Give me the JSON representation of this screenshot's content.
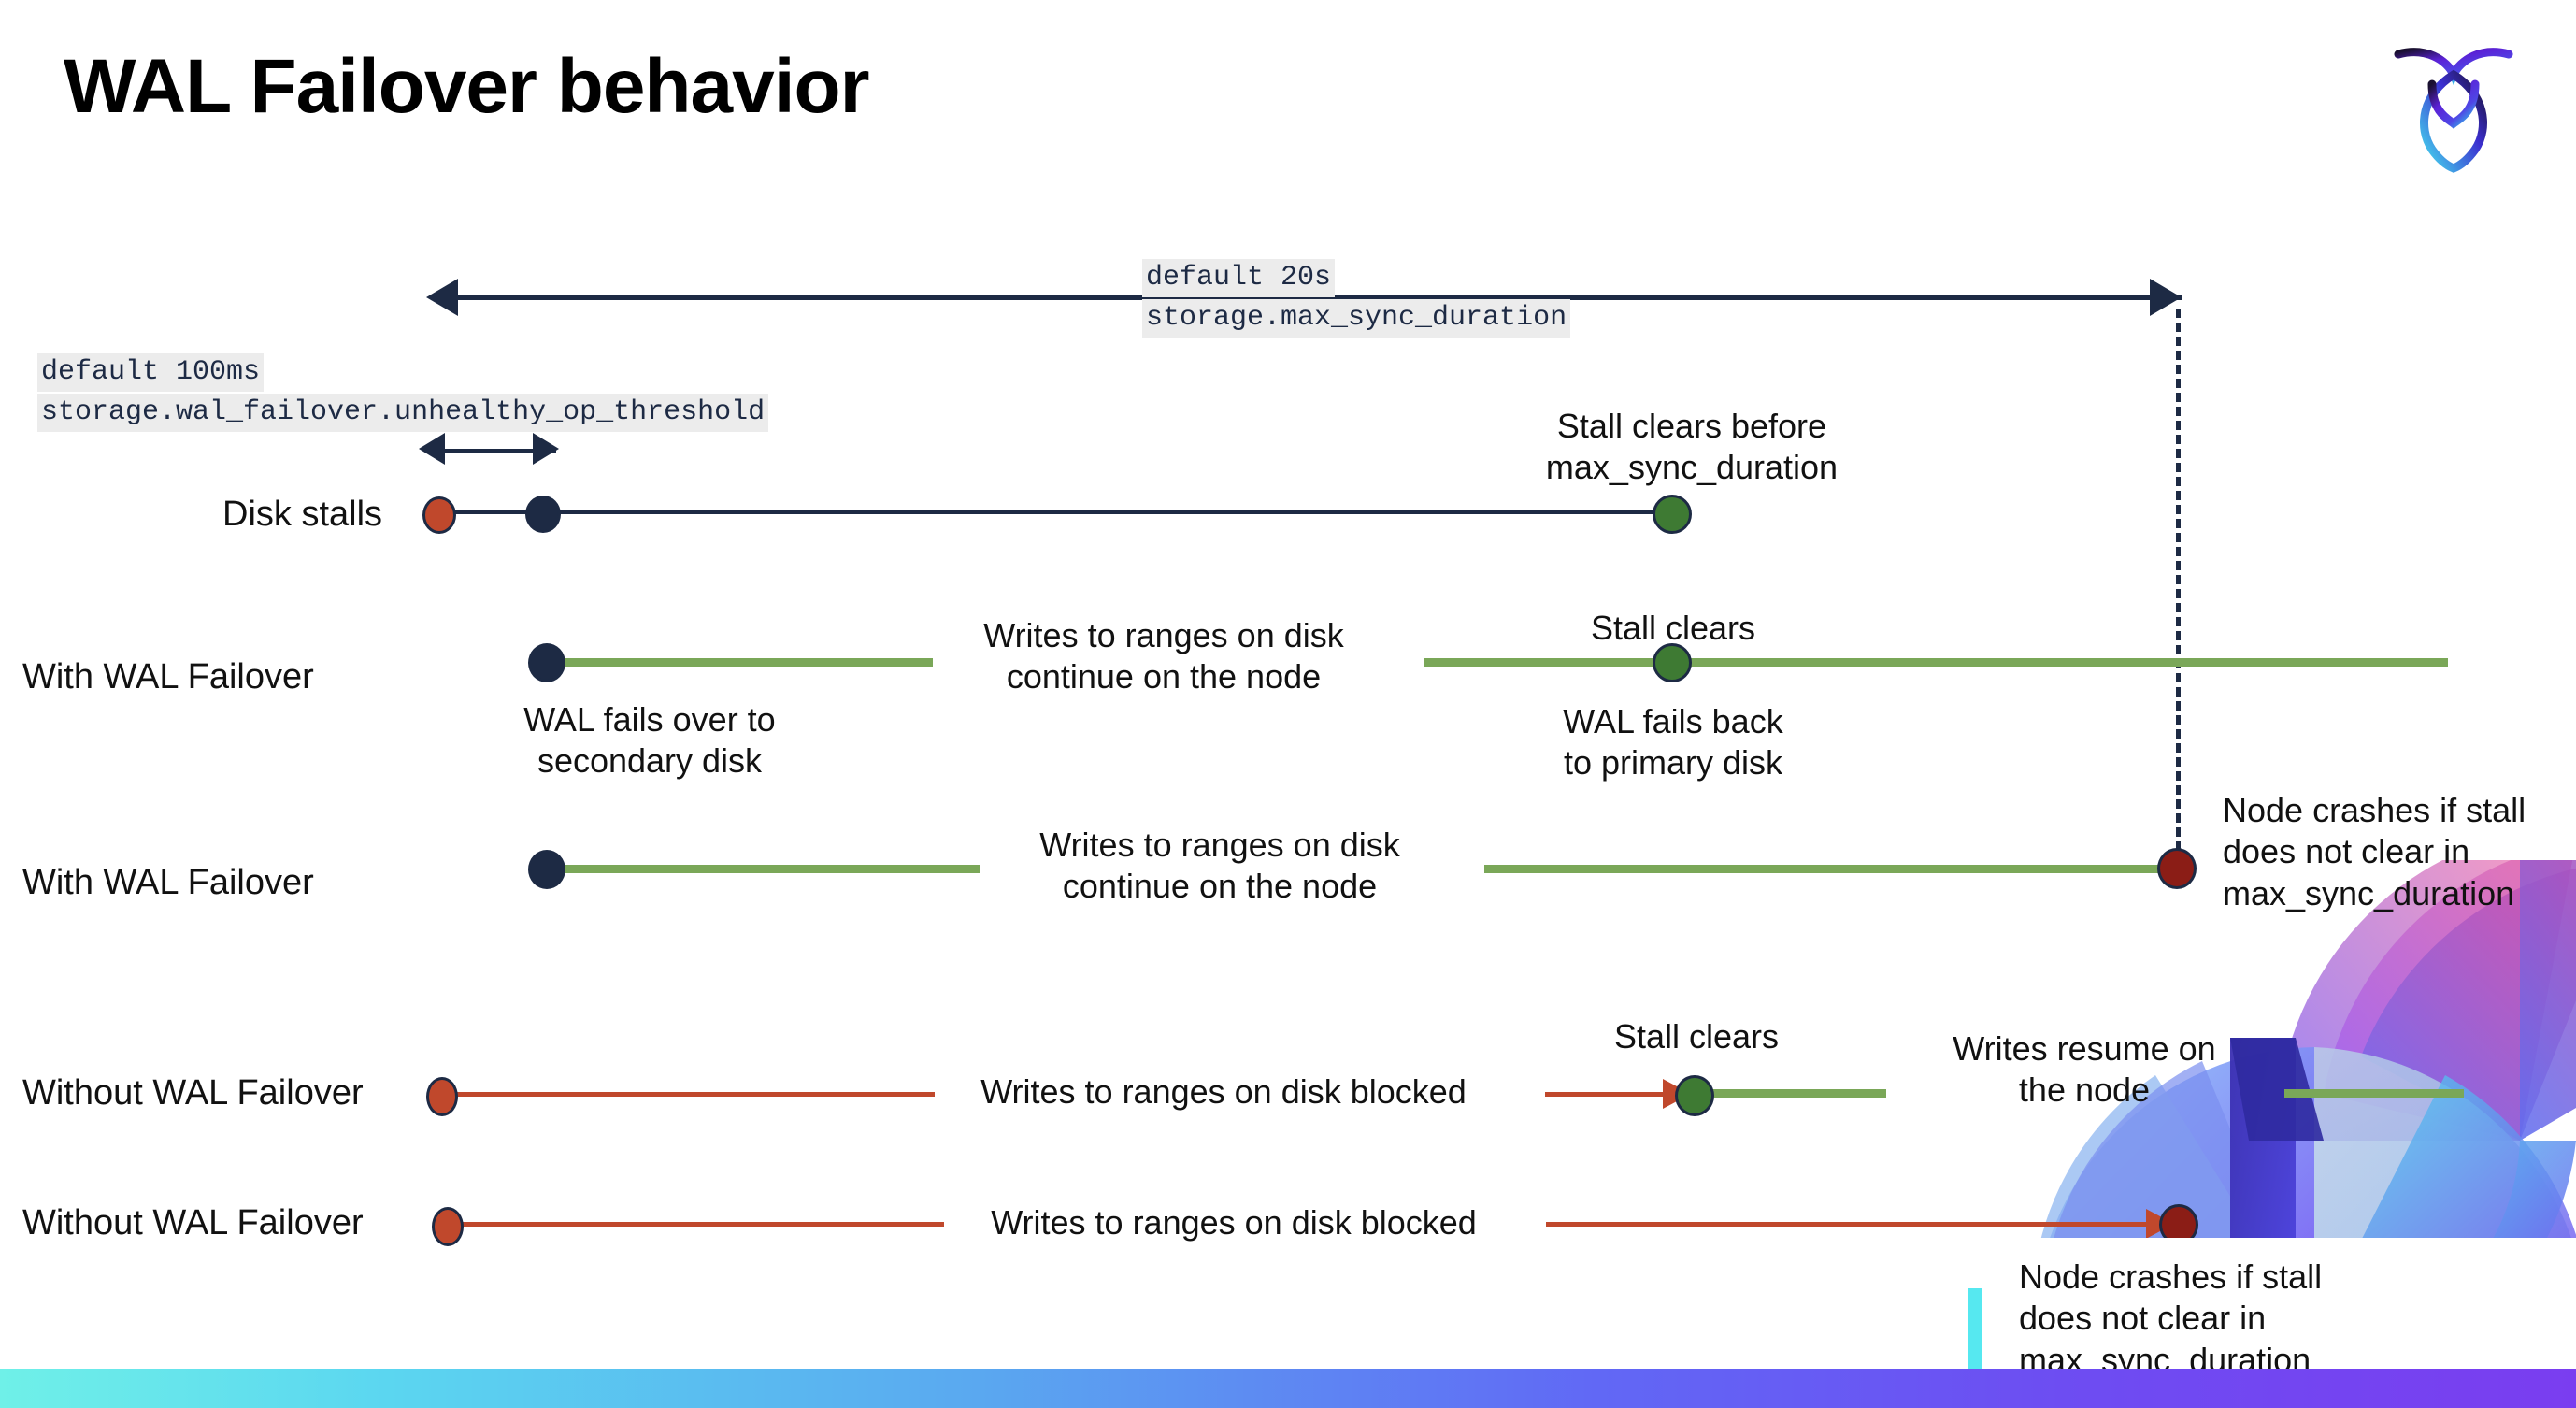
{
  "slide": {
    "title": "WAL Failover behavior",
    "brand_logo": "cockroachdb-logo-icon"
  },
  "colors": {
    "navy": "#1d2a44",
    "green_line": "#7aa758",
    "green_dot": "#3e7a33",
    "red_line": "#c0482c",
    "red_dot": "#c0482c",
    "dark_red_dot": "#8b1d16",
    "code_bg": "#ececec",
    "bar_gradient_start": "#6ff0e8",
    "bar_gradient_end": "#7a3df0"
  },
  "settings": {
    "max_sync": {
      "default_label": "default 20s",
      "setting_name": "storage.max_sync_duration"
    },
    "unhealthy_op": {
      "default_label": "default 100ms",
      "setting_name": "storage.wal_failover.unhealthy_op_threshold"
    }
  },
  "rows": [
    {
      "id": "disk-stalls",
      "label": "Disk stalls",
      "annotations": [
        {
          "id": "stall-clears-before",
          "text": "Stall clears before\nmax_sync_duration"
        }
      ]
    },
    {
      "id": "with-wal-failover-clears",
      "label": "With WAL Failover",
      "annotations": [
        {
          "id": "writes-continue",
          "text": "Writes to ranges on disk\ncontinue on the node"
        },
        {
          "id": "stall-clears",
          "text": "Stall clears"
        },
        {
          "id": "wal-fails-over",
          "text": "WAL fails over to\nsecondary disk"
        },
        {
          "id": "wal-fails-back",
          "text": "WAL fails  back\nto primary disk"
        }
      ]
    },
    {
      "id": "with-wal-failover-crash",
      "label": "With WAL Failover",
      "annotations": [
        {
          "id": "writes-continue-2",
          "text": "Writes to ranges on disk\ncontinue on the node"
        },
        {
          "id": "node-crashes-1",
          "text": "Node crashes if stall\ndoes not clear in\nmax_sync_duration"
        }
      ]
    },
    {
      "id": "without-wal-failover-clears",
      "label": "Without WAL Failover",
      "annotations": [
        {
          "id": "writes-blocked-1",
          "text": "Writes to ranges on disk  blocked"
        },
        {
          "id": "stall-clears-2",
          "text": "Stall clears"
        },
        {
          "id": "writes-resume",
          "text": "Writes resume on\nthe node"
        }
      ]
    },
    {
      "id": "without-wal-failover-crash",
      "label": "Without WAL Failover",
      "annotations": [
        {
          "id": "writes-blocked-2",
          "text": "Writes to ranges on disk  blocked"
        },
        {
          "id": "node-crashes-2",
          "text": "Node crashes if stall\ndoes not clear in\nmax_sync_duration"
        }
      ]
    }
  ]
}
